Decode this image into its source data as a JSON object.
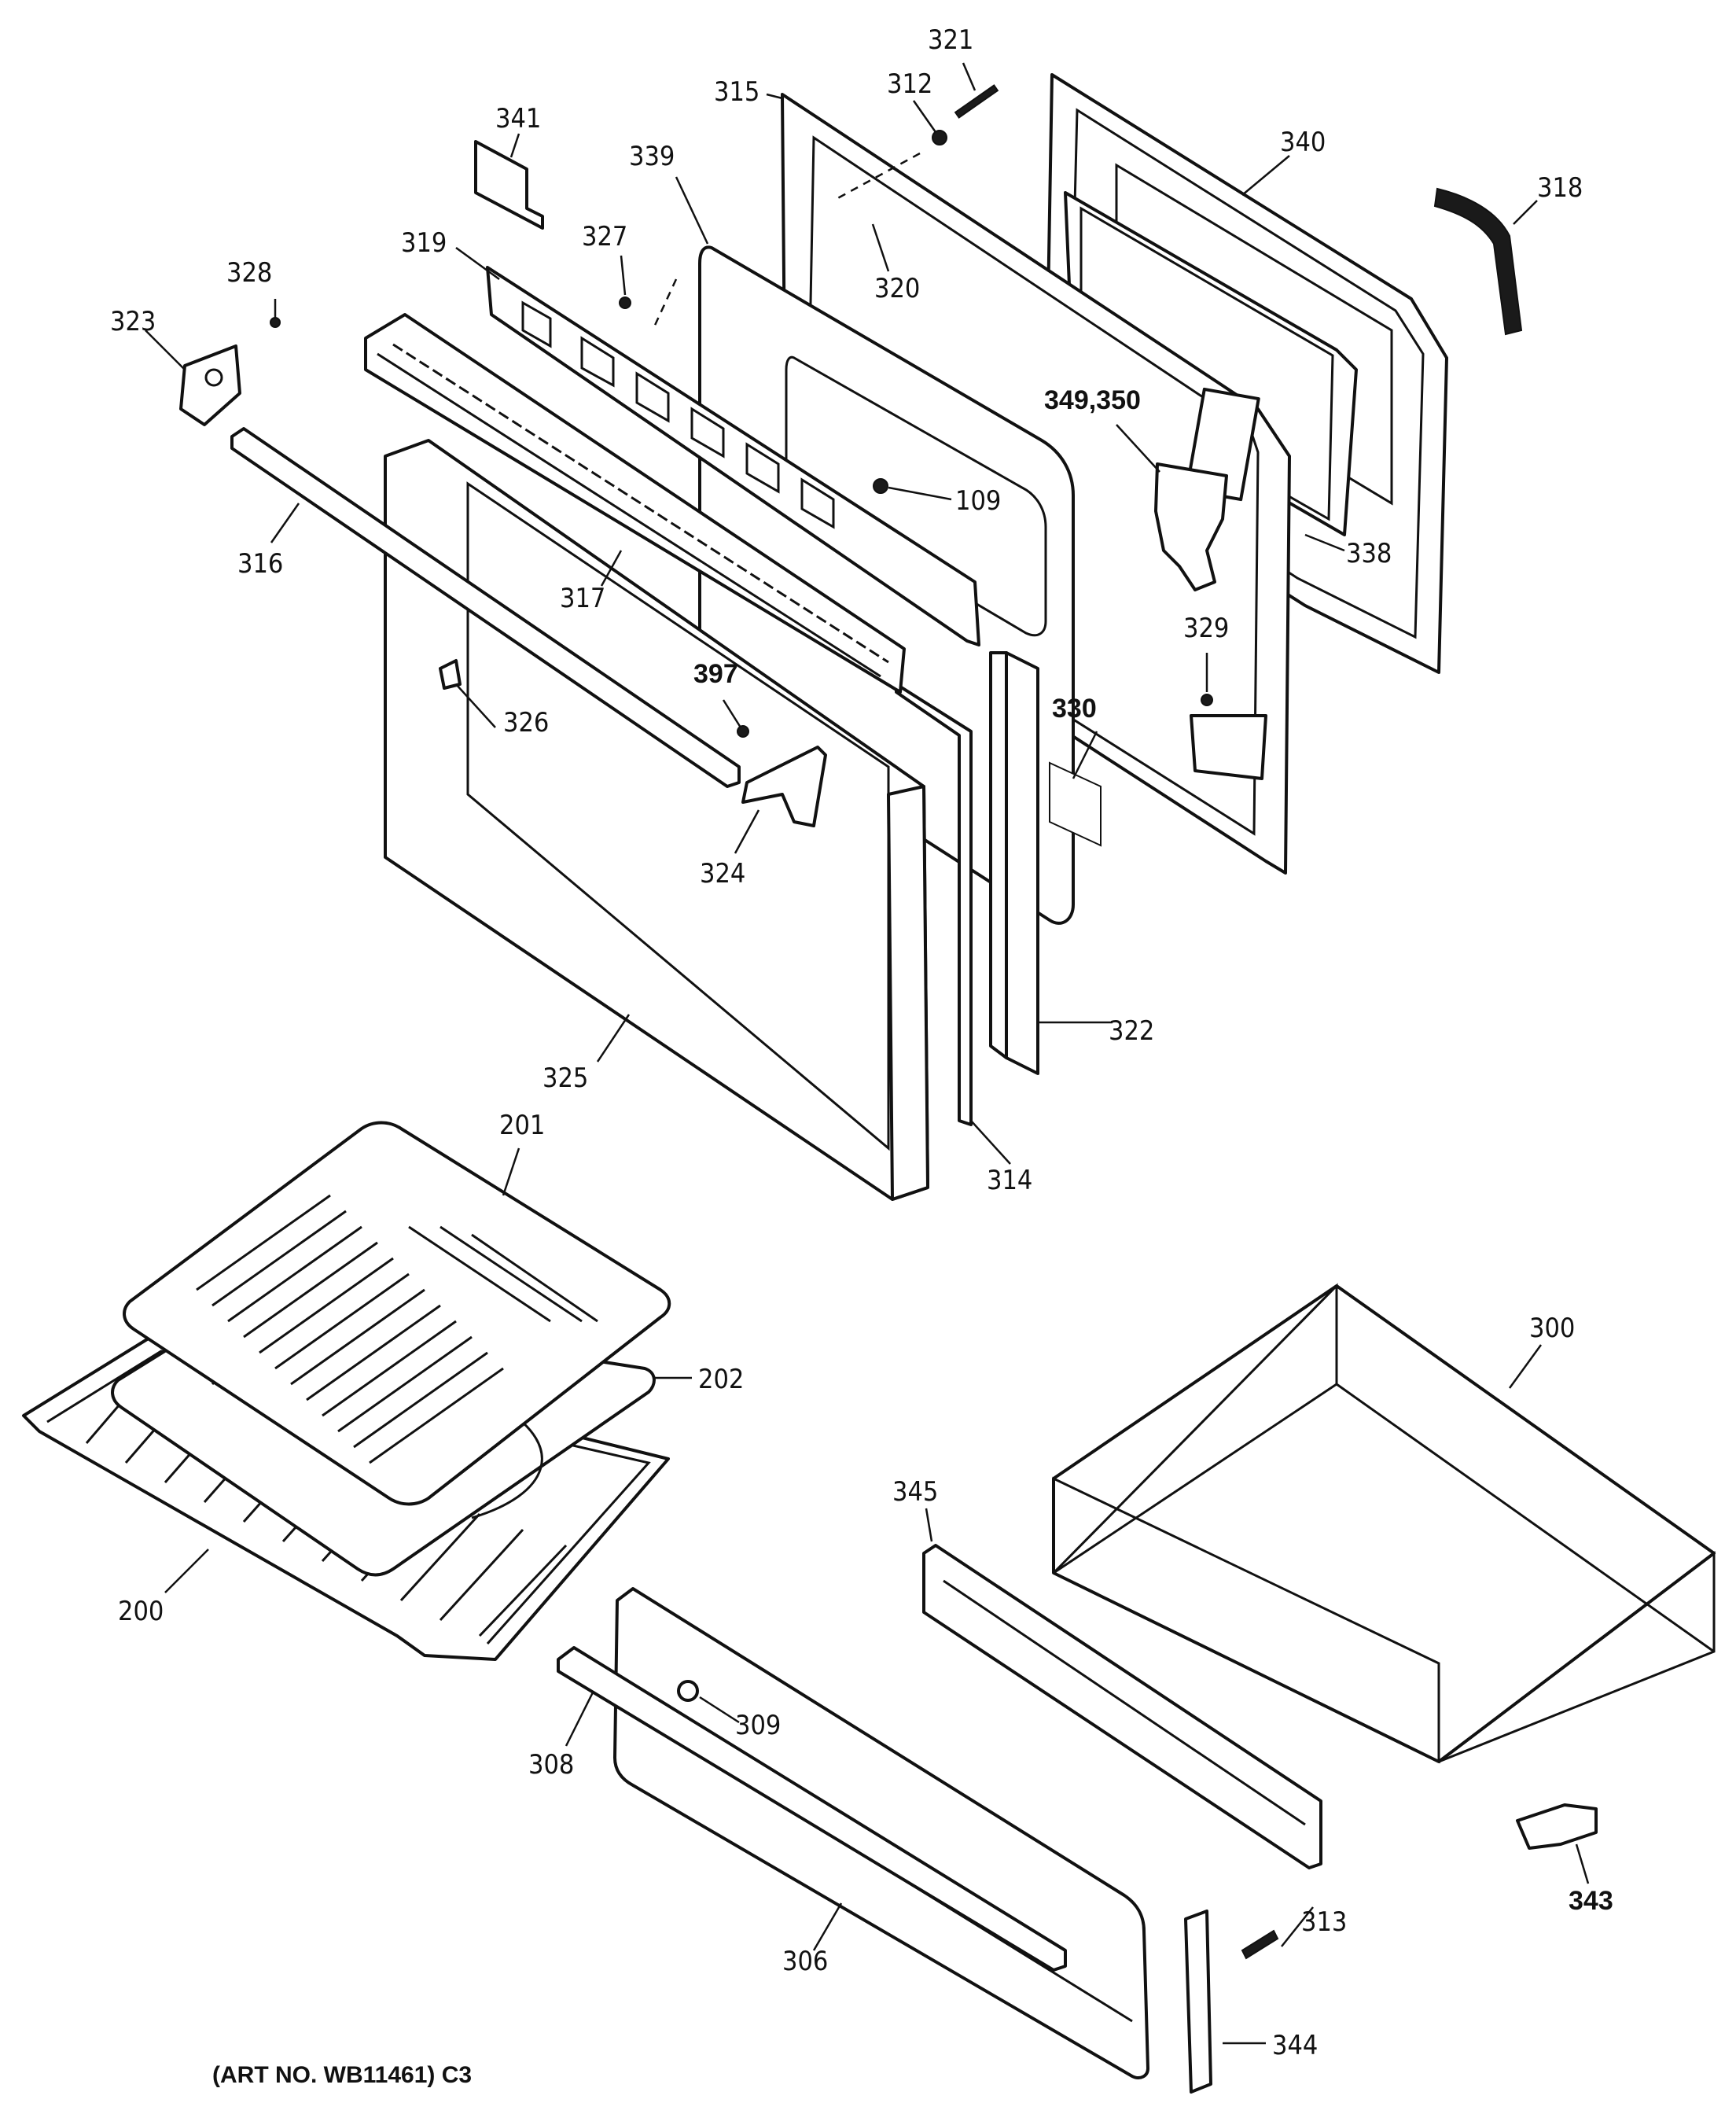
{
  "callouts": {
    "c321": "321",
    "c312": "312",
    "c315": "315",
    "c340": "340",
    "c341": "341",
    "c339": "339",
    "c318": "318",
    "c328": "328",
    "c327": "327",
    "c319": "319",
    "c320": "320",
    "c323": "323",
    "c349_350": "349,350",
    "c109": "109",
    "c338": "338",
    "c316": "316",
    "c317": "317",
    "c329": "329",
    "c397": "397",
    "c330": "330",
    "c326": "326",
    "c324": "324",
    "c322": "322",
    "c325": "325",
    "c314": "314",
    "c201": "201",
    "c300": "300",
    "c202": "202",
    "c345": "345",
    "c200": "200",
    "c309": "309",
    "c308": "308",
    "c343": "343",
    "c313": "313",
    "c306": "306",
    "c344": "344"
  },
  "art_number": "(ART NO. WB11461) C3"
}
